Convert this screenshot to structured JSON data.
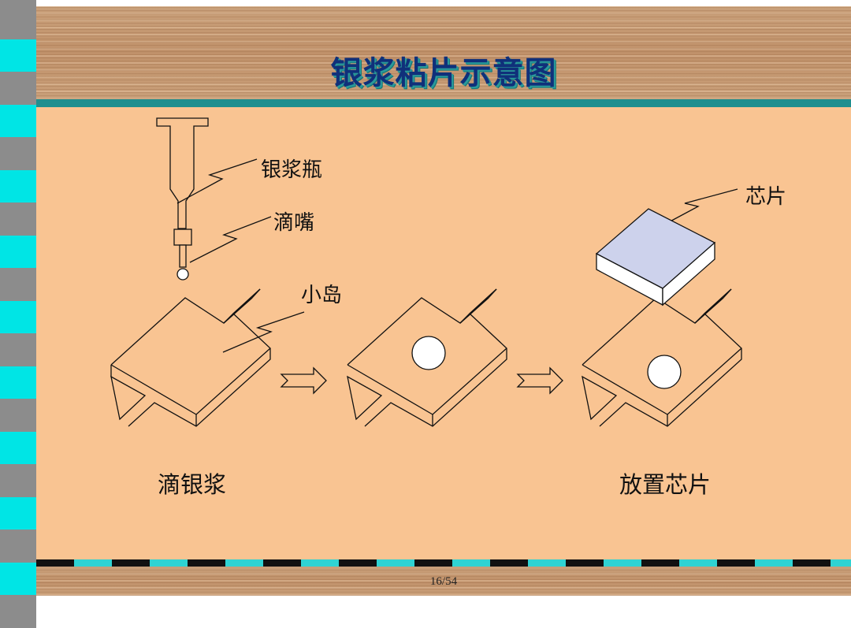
{
  "slide": {
    "title": "银浆粘片示意图",
    "page_number": "16/54"
  },
  "labels": {
    "silver_paste_bottle": "银浆瓶",
    "nozzle": "滴嘴",
    "chip": "芯片",
    "island": "小岛",
    "dispense_silver_paste": "滴银浆",
    "place_chip": "放置芯片"
  },
  "colors": {
    "teal_accent": "#1f8f8f",
    "strip_cyan": "#00e5e5",
    "strip_gray": "#8c8c8c",
    "content_bg": "#f9c492",
    "chip_top": "#cdd2ec",
    "title_text": "#10307a"
  }
}
